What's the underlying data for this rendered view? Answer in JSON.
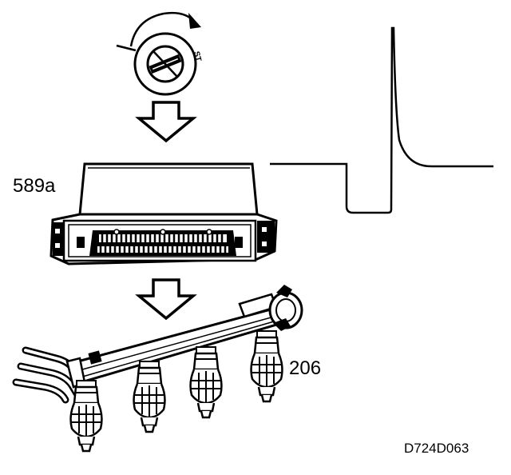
{
  "labels": {
    "ecu": "589a",
    "fuel_rail": "206",
    "figure_ref": "D724D063"
  },
  "ignition_switch": {
    "position_marking": "ST"
  },
  "colors": {
    "ink": "#000000",
    "paper": "#ffffff"
  }
}
